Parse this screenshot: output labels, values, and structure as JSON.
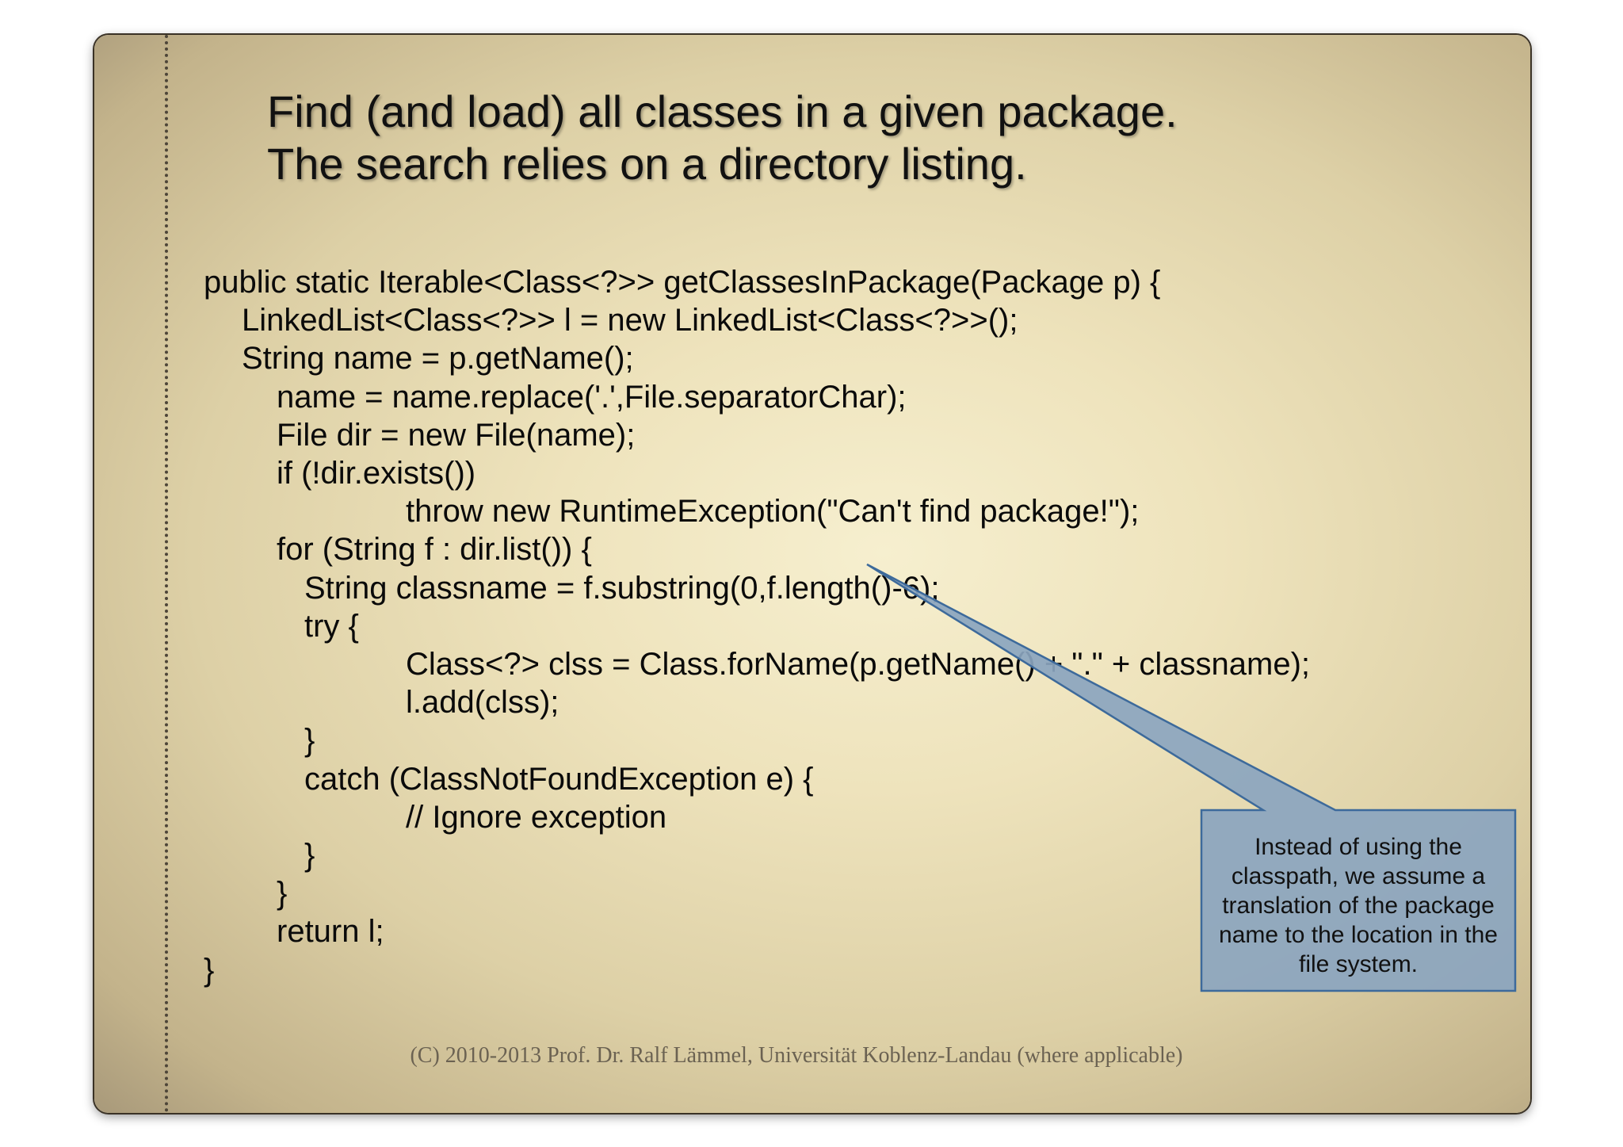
{
  "slide": {
    "title_line1": "Find (and load) all classes in a given package.",
    "title_line2": "The search relies on a directory listing.",
    "code_lines": [
      {
        "text": "public static Iterable<Class<?>> getClassesInPackage(Package p) {",
        "indent": 0
      },
      {
        "text": "LinkedList<Class<?>> l = new LinkedList<Class<?>>();",
        "indent": 1
      },
      {
        "text": "String name = p.getName();",
        "indent": 1
      },
      {
        "text": "name = name.replace('.',File.separatorChar);",
        "indent": 2
      },
      {
        "text": "File dir = new File(name);",
        "indent": 2
      },
      {
        "text": "if (!dir.exists())",
        "indent": 2
      },
      {
        "text": "throw new RuntimeException(\"Can't find package!\");",
        "indent": 4
      },
      {
        "text": "for (String f : dir.list()) {",
        "indent": 2
      },
      {
        "text": "String classname = f.substring(0,f.length()-6);",
        "indent": 3
      },
      {
        "text": "try {",
        "indent": 3
      },
      {
        "text": "Class<?> clss = Class.forName(p.getName() + \".\" + classname);",
        "indent": 4
      },
      {
        "text": "l.add(clss);",
        "indent": 4
      },
      {
        "text": "}",
        "indent": 3
      },
      {
        "text": "catch (ClassNotFoundException e) {",
        "indent": 3
      },
      {
        "text": "// Ignore exception",
        "indent": 4
      },
      {
        "text": "}",
        "indent": 3
      },
      {
        "text": "}",
        "indent": 2
      },
      {
        "text": "return l;",
        "indent": 2
      },
      {
        "text": "}",
        "indent": 0
      }
    ],
    "callout_text": "Instead of using the classpath, we assume a translation of the package name to the location in the file system.",
    "footer": "(C) 2010-2013 Prof. Dr. Ralf Lämmel, Universität Koblenz-Landau (where applicable)"
  },
  "colors": {
    "callout_fill": "#8ba5bf",
    "callout_stroke": "#3d6a9b",
    "text": "#0a0a0a",
    "footer_text": "#6b6252"
  }
}
